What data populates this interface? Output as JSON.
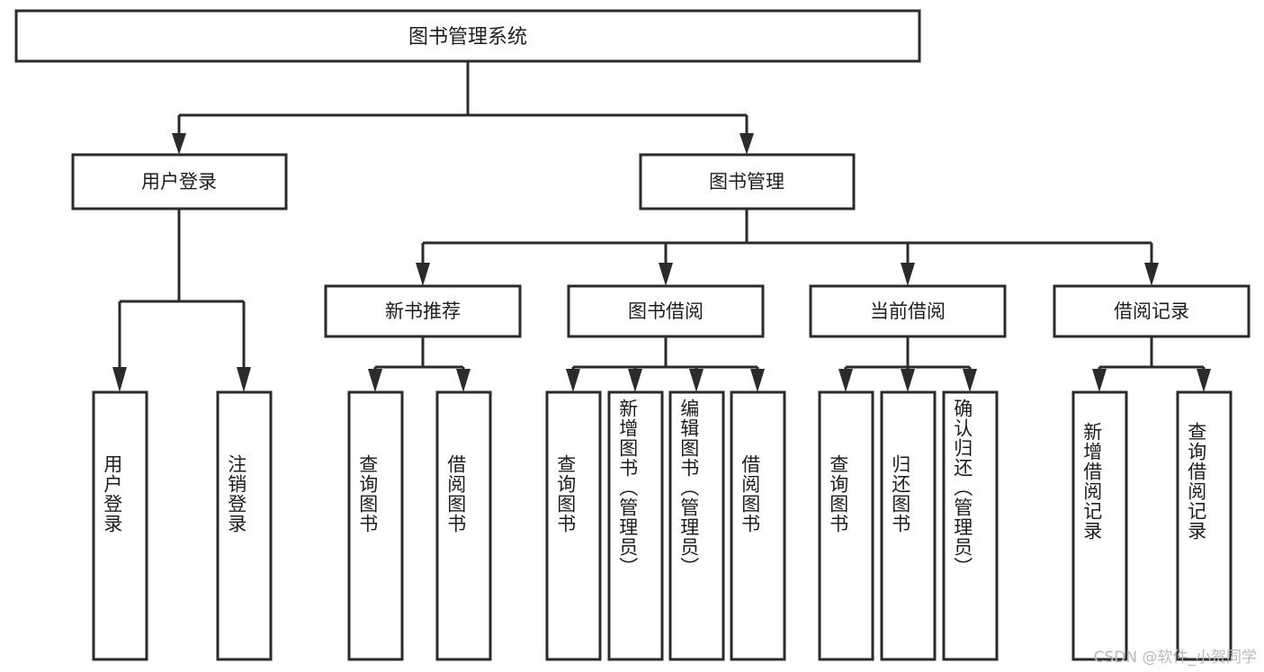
{
  "diagram": {
    "type": "hierarchy-tree",
    "title_node": {
      "label": "图书管理系统",
      "orientation": "horizontal"
    },
    "level2": [
      {
        "label": "用户登录",
        "orientation": "horizontal"
      },
      {
        "label": "图书管理",
        "orientation": "horizontal"
      }
    ],
    "level3": [
      {
        "label": "新书推荐",
        "orientation": "horizontal"
      },
      {
        "label": "图书借阅",
        "orientation": "horizontal"
      },
      {
        "label": "当前借阅",
        "orientation": "horizontal"
      },
      {
        "label": "借阅记录",
        "orientation": "horizontal"
      }
    ],
    "leaves": {
      "user_login": [
        {
          "label": "用户登录",
          "orientation": "vertical"
        },
        {
          "label": "注销登录",
          "orientation": "vertical"
        }
      ],
      "new_book_recommend": [
        {
          "label": "查询图书",
          "orientation": "vertical"
        },
        {
          "label": "借阅图书",
          "orientation": "vertical"
        }
      ],
      "book_borrow": [
        {
          "label": "查询图书",
          "orientation": "vertical"
        },
        {
          "label": "新增图书（管理员）",
          "orientation": "vertical"
        },
        {
          "label": "编辑图书（管理员）",
          "orientation": "vertical"
        },
        {
          "label": "借阅图书",
          "orientation": "vertical"
        }
      ],
      "current_borrow": [
        {
          "label": "查询图书",
          "orientation": "vertical"
        },
        {
          "label": "归还图书",
          "orientation": "vertical"
        },
        {
          "label": "确认归还（管理员）",
          "orientation": "vertical"
        }
      ],
      "borrow_record": [
        {
          "label": "新增借阅记录",
          "orientation": "vertical"
        },
        {
          "label": "查询借阅记录",
          "orientation": "vertical"
        }
      ]
    },
    "watermark": "CSDN @软件_小贺同学",
    "colors": {
      "background": "#ffffff",
      "box_fill": "#ffffff",
      "box_stroke": "#2b2b2b",
      "connector": "#2b2b2b",
      "text": "#1d1d1d",
      "watermark": "#b9b9b9"
    }
  }
}
